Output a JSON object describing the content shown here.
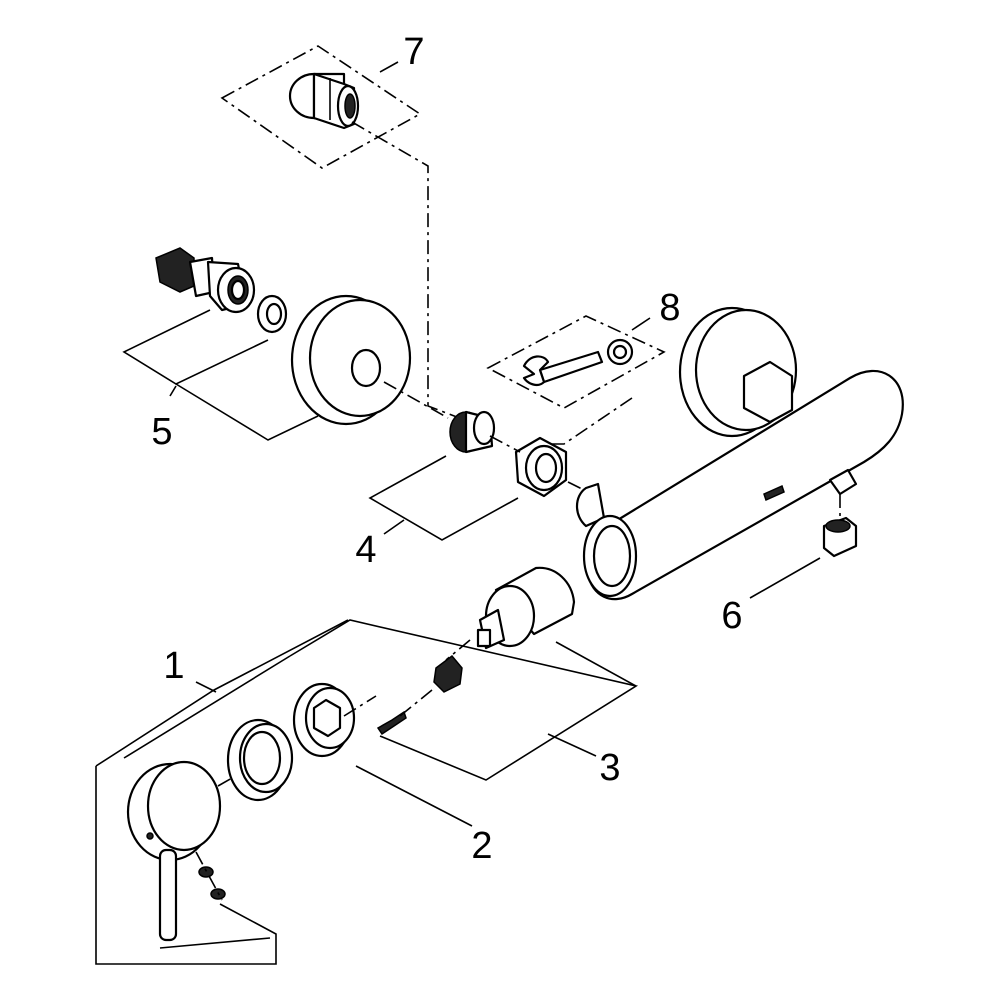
{
  "diagram": {
    "callouts": [
      {
        "id": "1",
        "label": "1"
      },
      {
        "id": "2",
        "label": "2"
      },
      {
        "id": "3",
        "label": "3"
      },
      {
        "id": "4",
        "label": "4"
      },
      {
        "id": "5",
        "label": "5"
      },
      {
        "id": "6",
        "label": "6"
      },
      {
        "id": "7",
        "label": "7"
      },
      {
        "id": "8",
        "label": "8"
      }
    ],
    "colors": {
      "line": "#000000",
      "background": "#ffffff",
      "dark_fill": "#222222"
    }
  }
}
